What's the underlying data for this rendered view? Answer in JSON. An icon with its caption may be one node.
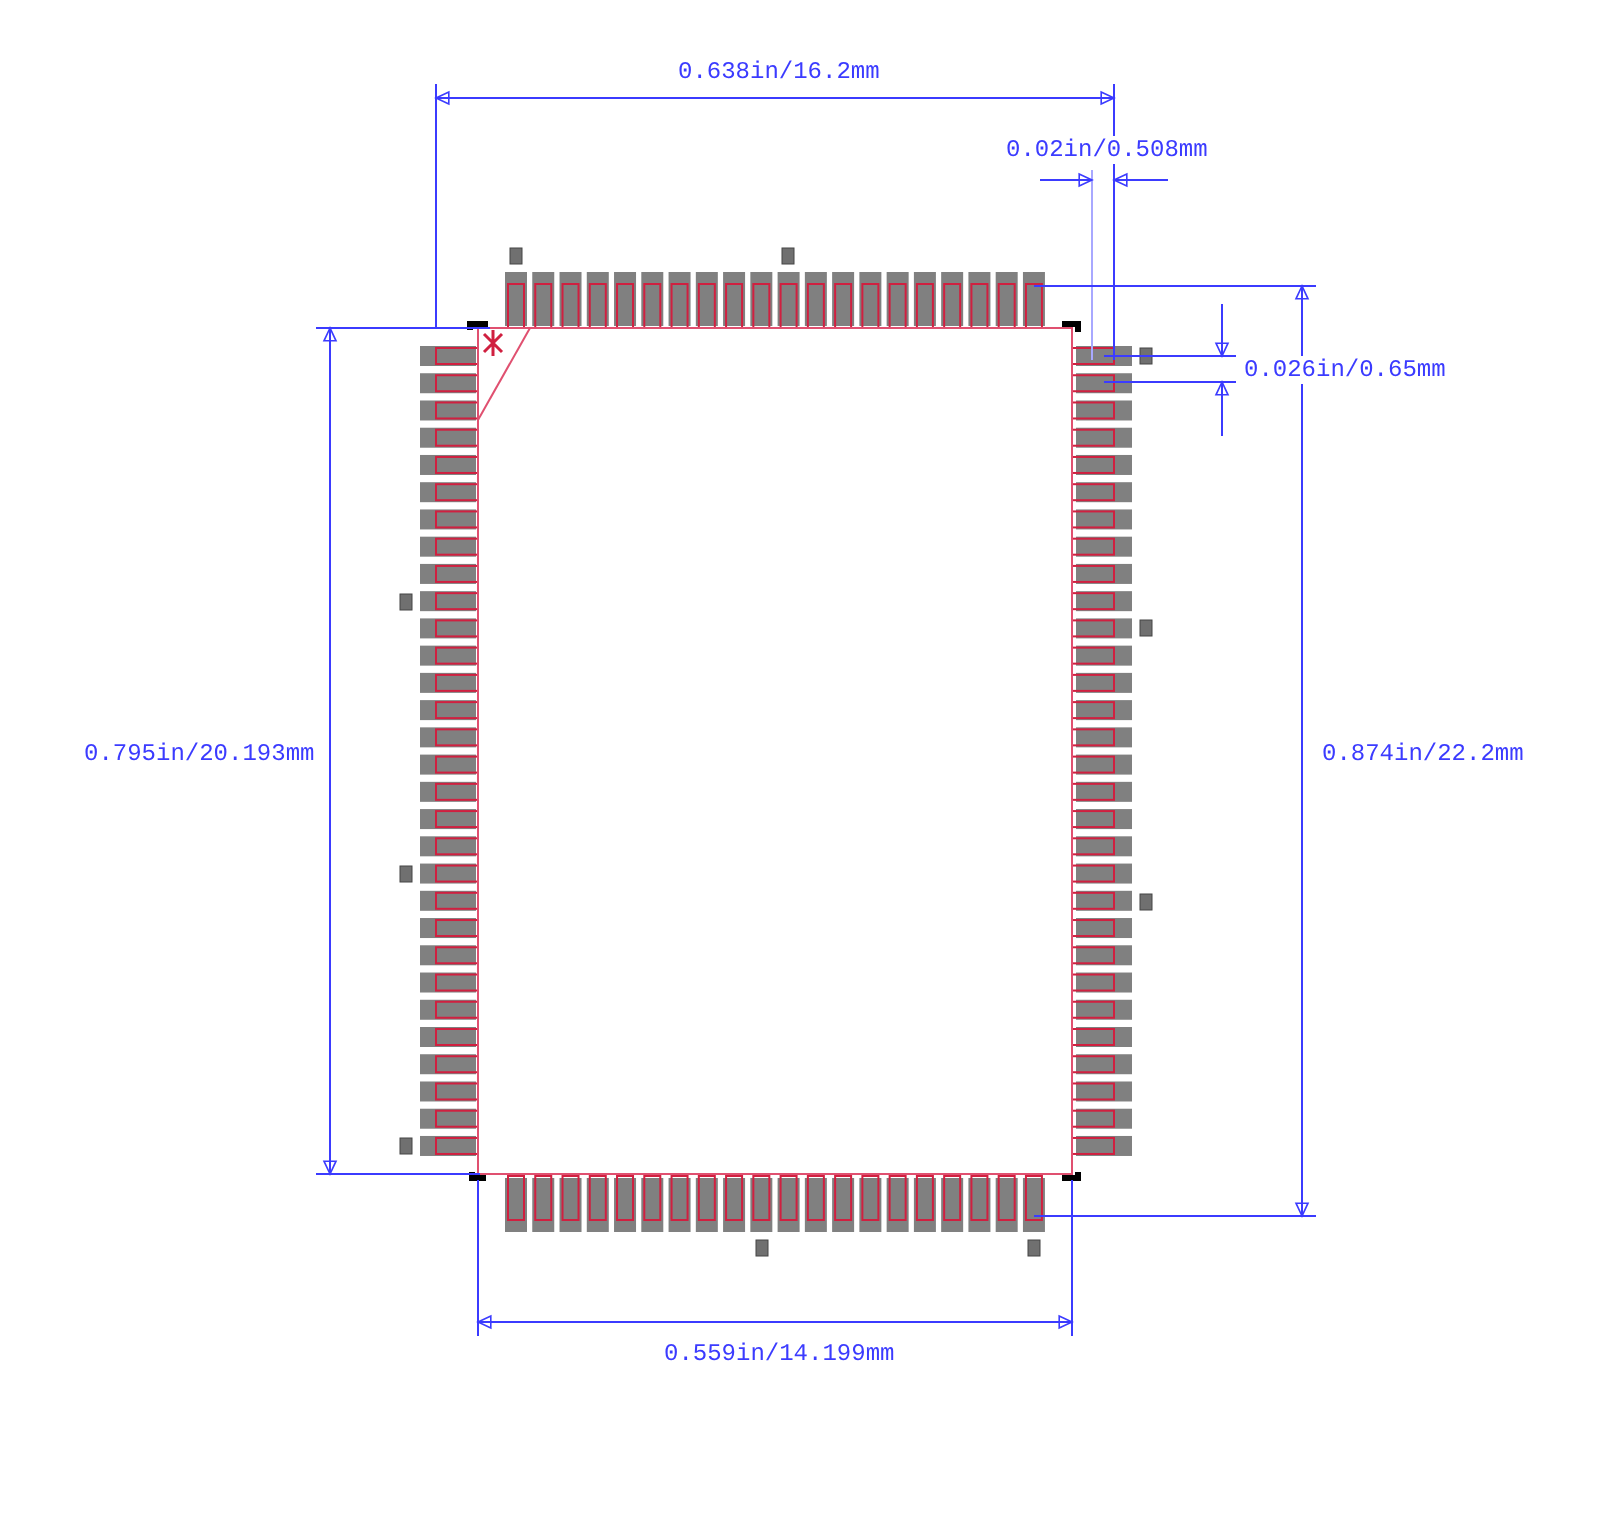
{
  "diagram": {
    "labels": [
      "0.638in/16.2mm",
      "0.02in/0.508mm",
      "0.026in/0.65mm",
      "0.795in/20.193mm",
      "0.874in/22.2mm",
      "0.559in/14.199mm"
    ]
  }
}
